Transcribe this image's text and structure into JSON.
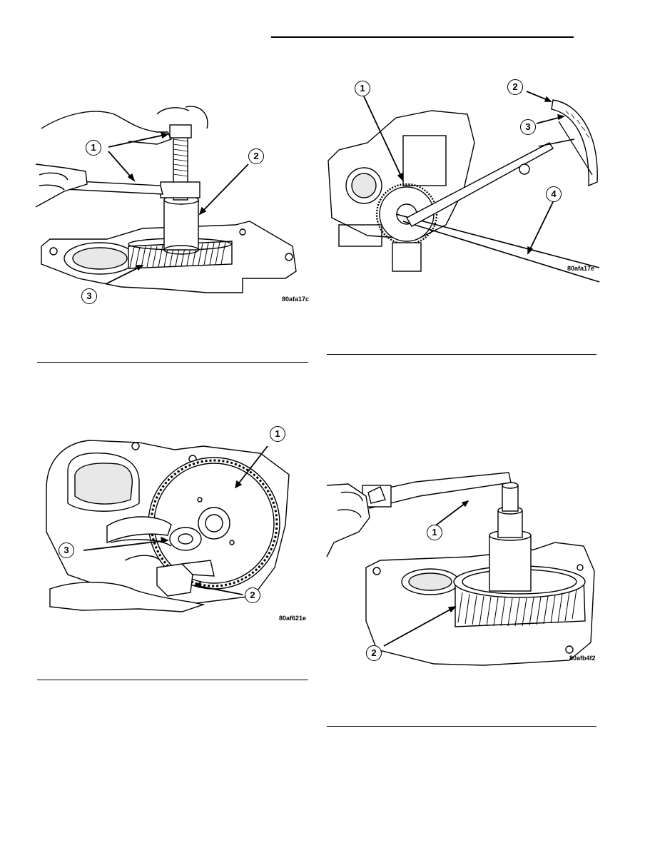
{
  "figures": [
    {
      "code": "80afa17c",
      "callouts": [
        "1",
        "2",
        "3"
      ]
    },
    {
      "code": "80afa17e",
      "callouts": [
        "1",
        "2",
        "3",
        "4"
      ]
    },
    {
      "code": "80af621e",
      "callouts": [
        "1",
        "2",
        "3"
      ]
    },
    {
      "code": "80afb4f2",
      "callouts": [
        "1",
        "2"
      ]
    }
  ]
}
